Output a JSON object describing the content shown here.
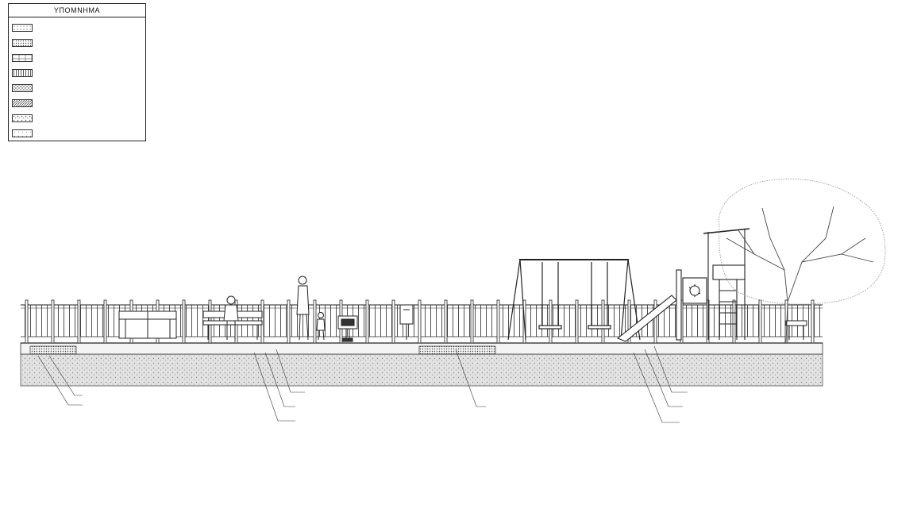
{
  "legend": {
    "title": "ΥΠΟΜΝΗΜΑ",
    "items": [
      {
        "label": "",
        "pattern": "dots"
      },
      {
        "label": "",
        "pattern": "dense-dots"
      },
      {
        "label": "",
        "pattern": "bricks"
      },
      {
        "label": "",
        "pattern": "vertical"
      },
      {
        "label": "",
        "pattern": "cross"
      },
      {
        "label": "",
        "pattern": "diagonal"
      },
      {
        "label": "",
        "pattern": "gravel"
      },
      {
        "label": "",
        "pattern": "light-dots"
      }
    ]
  },
  "annotations": {
    "left_1": "",
    "left_2": "",
    "mid_1": "",
    "mid_2": "",
    "mid_3": "",
    "center": "",
    "right_1": "",
    "right_2": "",
    "right_3": ""
  },
  "colors": {
    "line": "#222222",
    "ground": "#cfcfcf"
  }
}
